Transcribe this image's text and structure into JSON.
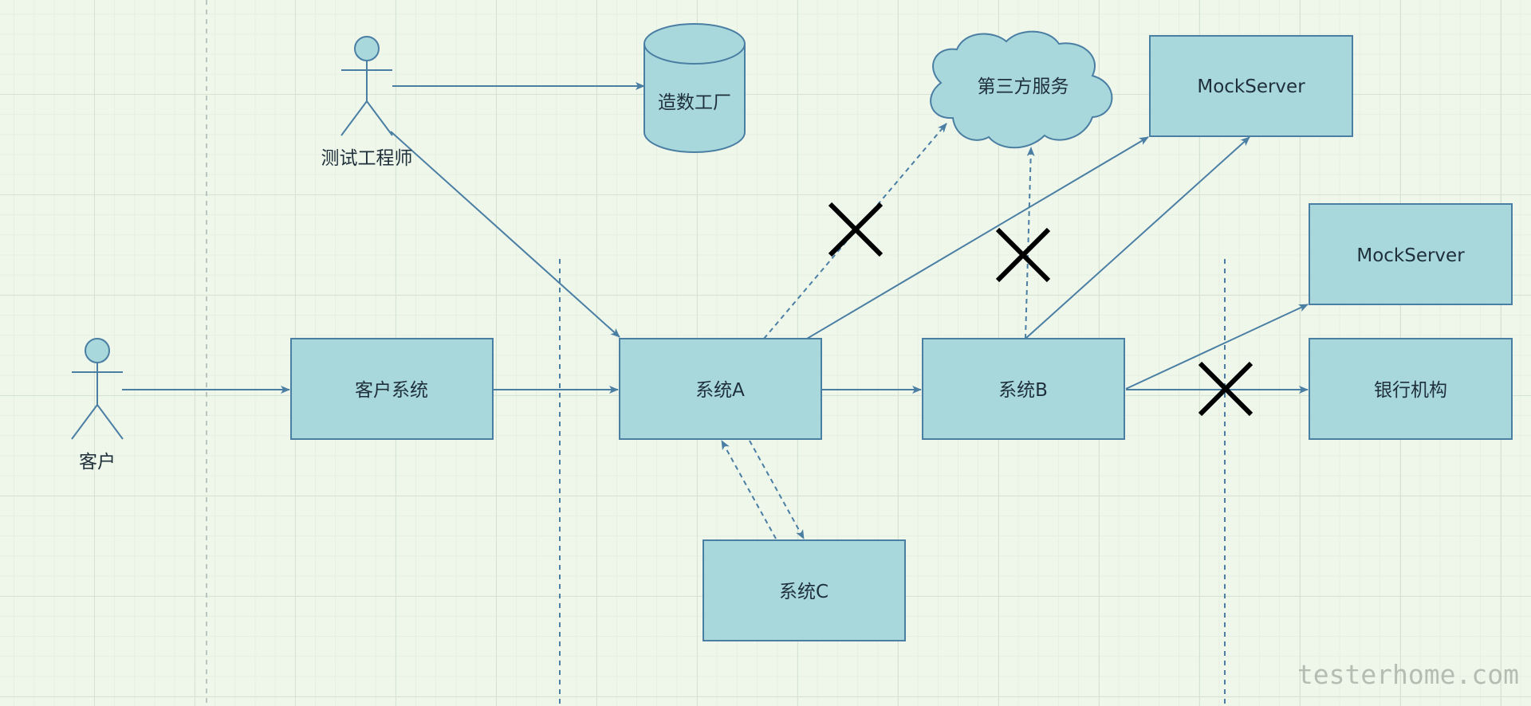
{
  "diagram": {
    "actors": {
      "test_engineer": "测试工程师",
      "customer": "客户"
    },
    "nodes": {
      "data_factory": "造数工厂",
      "third_party": "第三方服务",
      "mock_server_top": "MockServer",
      "mock_server_right": "MockServer",
      "customer_system": "客户系统",
      "system_a": "系统A",
      "system_b": "系统B",
      "system_c": "系统C",
      "bank": "银行机构"
    },
    "watermark": "testerhome.com",
    "colors": {
      "fill": "#a8d8dc",
      "stroke": "#4a7ea3",
      "lane_light": "#b7c6c0",
      "lane_blue": "#4a7ea3",
      "blocked_mark": "#000000"
    }
  }
}
